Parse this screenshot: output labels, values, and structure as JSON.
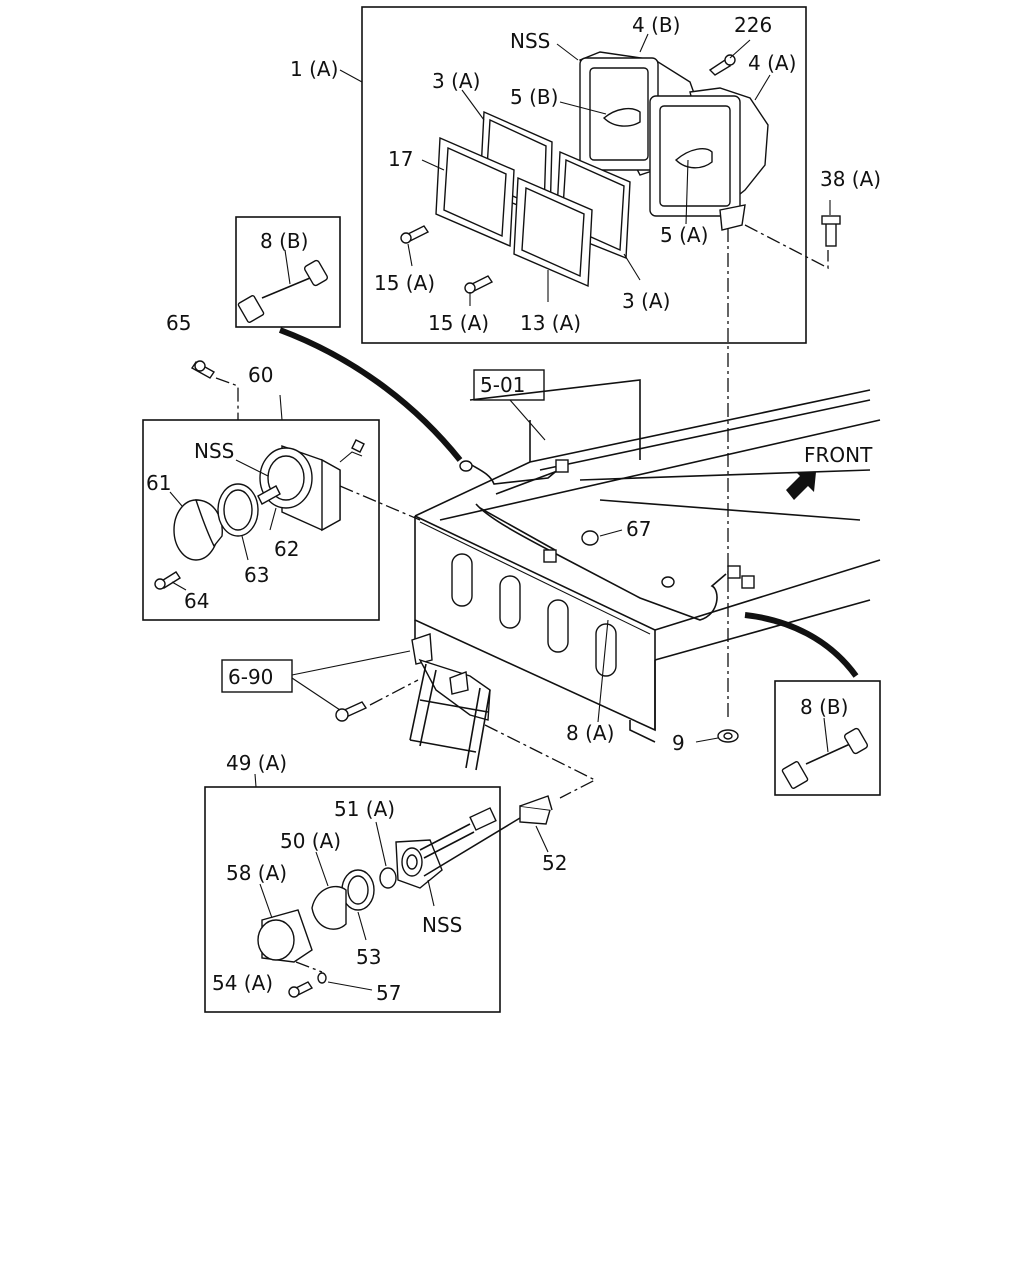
{
  "diagram": {
    "front_label": "FRONT",
    "labels": {
      "l_1a": "1 (A)",
      "l_nss_top": "NSS",
      "l_4b": "4 (B)",
      "l_226": "226",
      "l_4a": "4 (A)",
      "l_3a_top": "3 (A)",
      "l_5b": "5 (B)",
      "l_17": "17",
      "l_38a": "38 (A)",
      "l_5a": "5 (A)",
      "l_15a_1": "15 (A)",
      "l_15a_2": "15 (A)",
      "l_13a": "13 (A)",
      "l_3a_bot": "3 (A)",
      "l_8b_top": "8 (B)",
      "l_65": "65",
      "l_60": "60",
      "l_nss_mid": "NSS",
      "l_61": "61",
      "l_62": "62",
      "l_63": "63",
      "l_64": "64",
      "l_67": "67",
      "l_8a": "8 (A)",
      "l_9": "9",
      "l_8b_right": "8 (B)",
      "l_49a": "49 (A)",
      "l_51a": "51 (A)",
      "l_50a": "50 (A)",
      "l_58a": "58 (A)",
      "l_52": "52",
      "l_nss_bot": "NSS",
      "l_53": "53",
      "l_54a": "54 (A)",
      "l_57": "57"
    },
    "refs": {
      "ref_5_01": "5-01",
      "ref_6_90": "6-90"
    }
  }
}
